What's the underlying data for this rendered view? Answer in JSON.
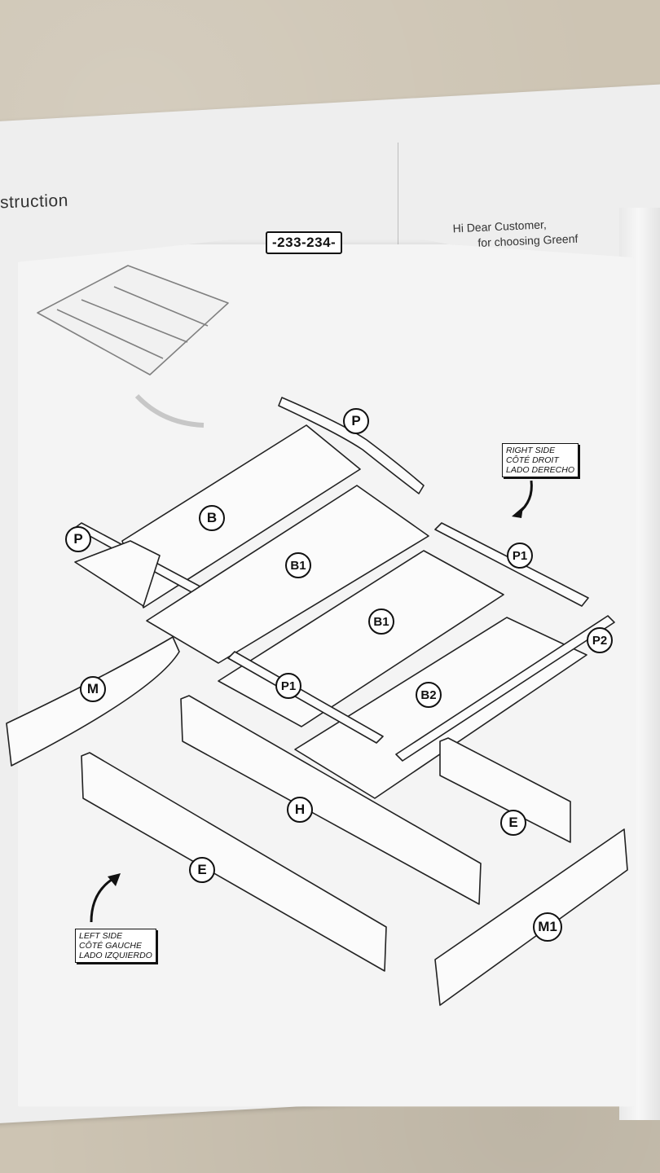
{
  "background_doc": {
    "title": "struction",
    "greeting_line1": "Hi Dear Customer,",
    "greeting_line2": "for choosing Greenf"
  },
  "sheet": {
    "code": "-233-234-",
    "right_side_label": [
      "RIGHT SIDE",
      "CÔTÉ DROIT",
      "LADO DERECHO"
    ],
    "left_side_label": [
      "LEFT SIDE",
      "CÔTÉ GAUCHE",
      "LADO IZQUIERDO"
    ]
  },
  "parts": {
    "p_top": "P",
    "p_left": "P",
    "b": "B",
    "b1_left": "B1",
    "b1_right": "B1",
    "p1_right": "P1",
    "p1_center": "P1",
    "p2": "P2",
    "b2": "B2",
    "m": "M",
    "h": "H",
    "e_right": "E",
    "e_left": "E",
    "m1": "M1"
  },
  "colors": {
    "ink": "#111111",
    "paper": "#f4f4f4",
    "carpet": "#cdc4b3"
  },
  "icons": [
    "curved-arrow-icon",
    "curved-arrow-icon"
  ]
}
